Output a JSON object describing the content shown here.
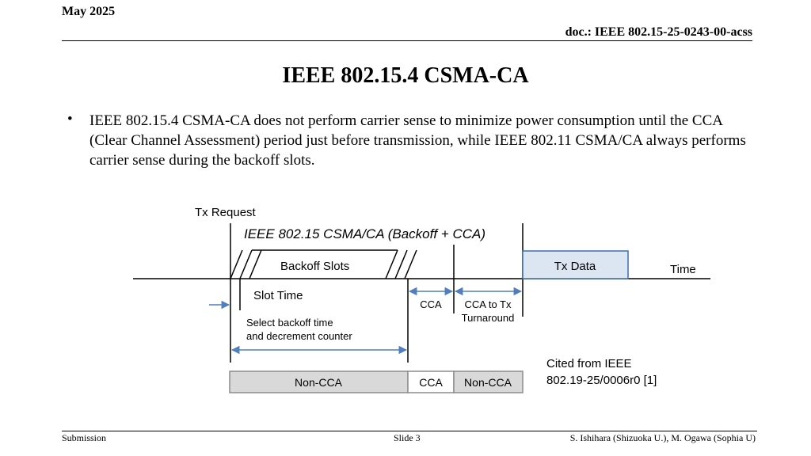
{
  "header": {
    "date": "May 2025",
    "doc": "doc.: IEEE 802.15-25-0243-00-acss"
  },
  "title": "IEEE 802.15.4 CSMA-CA",
  "bullet": {
    "marker": "•",
    "text": "IEEE 802.15.4 CSMA-CA does not perform carrier sense to minimize power consumption until the CCA (Clear Channel Assessment) period just before transmission, while IEEE 802.11 CSMA/CA always performs carrier sense during the backoff slots."
  },
  "diagram": {
    "tx_request": "Tx Request",
    "heading": "IEEE 802.15 CSMA/CA (Backoff + CCA)",
    "backoff_slots": "Backoff Slots",
    "tx_data": "Tx Data",
    "time": "Time",
    "slot_time": "Slot Time",
    "cca": "CCA",
    "cca_to_tx_line1": "CCA to Tx",
    "cca_to_tx_line2": "Turnaround",
    "select_line1": "Select backoff time",
    "select_line2": "and decrement counter",
    "bar_non_cca_1": "Non-CCA",
    "bar_cca": "CCA",
    "bar_non_cca_2": "Non-CCA",
    "cited_line1": "Cited from IEEE",
    "cited_line2": "802.19-25/0006r0 [1]",
    "colors": {
      "tx_data_fill": "#dce6f2",
      "tx_data_stroke": "#3f6fa8",
      "arrow": "#4f7fbf",
      "bar_fill": "#d9d9d9",
      "bar_stroke": "#8c8c8c"
    }
  },
  "footer": {
    "left": "Submission",
    "center": "Slide 3",
    "right": "S. Ishihara (Shizuoka U.), M. Ogawa (Sophia U)"
  }
}
